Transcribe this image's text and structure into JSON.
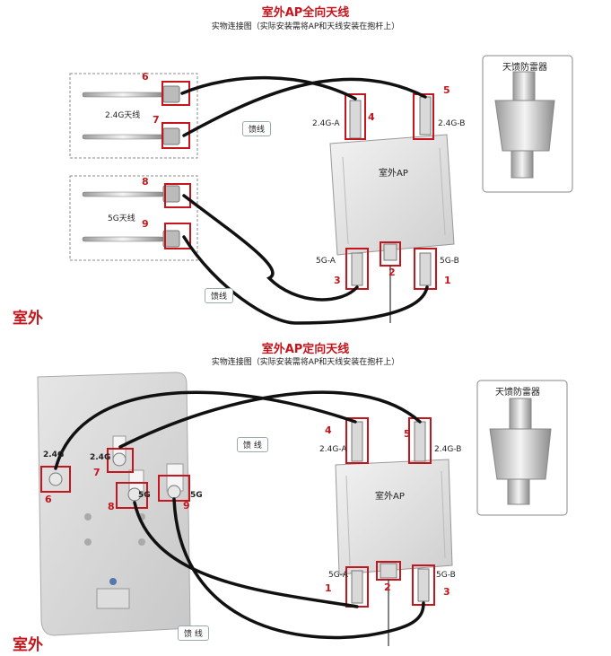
{
  "top": {
    "title": "室外AP全向天线",
    "subtitle": "实物连接图（实际安装需将AP和天线安装在抱杆上）",
    "antenna_24_label": "2.4G天线",
    "antenna_5_label": "5G天线",
    "ap_label": "室外AP",
    "arrester_title": "天馈防雷器",
    "feeder_label": "馈线",
    "feeder_label_2": "馈线",
    "port_labels": {
      "a24": "2.4G-A",
      "b24": "2.4G-B",
      "a5": "5G-A",
      "b5": "5G-B"
    },
    "numbers": {
      "n1": "1",
      "n2": "2",
      "n3": "3",
      "n4": "4",
      "n5": "5",
      "n6": "6",
      "n7": "7",
      "n8": "8",
      "n9": "9"
    },
    "outdoor": "室外"
  },
  "bottom": {
    "title": "室外AP定向天线",
    "subtitle": "实物连接图（实际安装需将AP和天线安装在抱杆上）",
    "ap_label": "室外AP",
    "arrester_title": "天馈防雷器",
    "feeder_label": "馈 线",
    "feeder_label_2": "馈 线",
    "port_labels": {
      "a24": "2.4G-A",
      "b24": "2.4G-B",
      "a5": "5G-A",
      "b5": "5G-B"
    },
    "panel_labels": {
      "left24": "2.4G",
      "mid24": "2.4G",
      "right5": "5G",
      "mid5": "5G"
    },
    "numbers": {
      "n1": "1",
      "n2": "2",
      "n3": "3",
      "n4": "4",
      "n5": "5",
      "n6": "6",
      "n7": "7",
      "n8": "8",
      "n9": "9"
    },
    "outdoor": "室外"
  }
}
